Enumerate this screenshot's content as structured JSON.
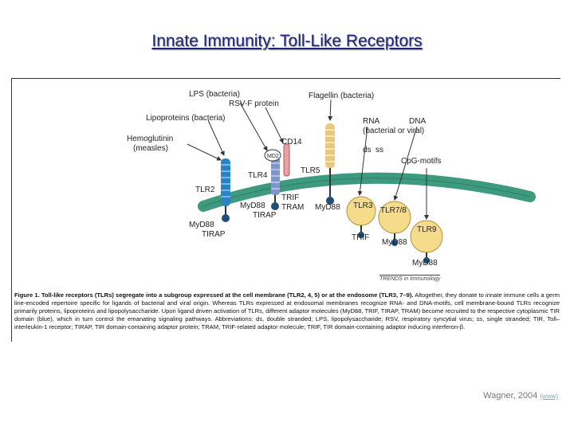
{
  "title": "Innate Immunity: Toll-Like Receptors",
  "labels": {
    "lps": "LPS (bacteria)",
    "rsvf": "RSV-F protein",
    "flagellin": "Flagellin (bacteria)",
    "lipoproteins": "Lipoproteins (bacteria)",
    "hemo1": "Hemoglutinin",
    "hemo2": "(measles)",
    "rna": "RNA",
    "dna": "DNA",
    "bacviral": "(bacterial or viral)",
    "ds": "ds",
    "ss": "ss",
    "cpg": "CpG-motifs",
    "cd14": "CD14",
    "md2": "MD2",
    "tlr4": "TLR4",
    "tlr5": "TLR5",
    "tlr2": "TLR2",
    "tlr3": "TLR3",
    "tlr78": "TLR7/8",
    "tlr9": "TLR9",
    "trif1": "TRIF",
    "tram": "TRAM",
    "myd88_tlr4": "MyD88",
    "tirap_tlr4": "TIRAP",
    "myd88_tlr5": "MyD88",
    "myd88_tlr2": "MyD88",
    "tirap_tlr2": "TIRAP",
    "trif_tlr3": "TRIF",
    "myd88_tlr78": "MyD88",
    "myd88_tlr9": "MyD88",
    "trends": "TRENDS in Immunology"
  },
  "caption": {
    "lead": "Figure 1. Toll-like receptors (TLRs) segregate into a subgroup expressed at the cell membrane (TLR2, 4, 5) or at the endosome (TLR3, 7–9).",
    "body": " Altogether, they donate to innate immune cells a germ line-encoded repertoire specific for ligands of bacterial and viral origin. Whereas TLRs expressed at endosomal membranes recognize RNA- and DNA-motifs, cell membrane-bound TLRs recognize primarily proteins, lipoproteins and lipopolysaccharide. Upon ligand driven activation of TLRs, different adaptor molecules (MyD88, TRIF, TIRAP, TRAM) become recruited to the respective cytoplasmic TIR domain (blue), which in turn control the emanating signaling pathways. Abbreviations: ds, double stranded; LPS, lipopolysaccharide; RSV, respiratory syncytial virus; ss, single stranded; TIR, Toll–interleukin-1 receptor; TIRAP, TIR domain-containing adaptor protein; TRAM, TRIF-related adaptor molecule; TRIF, TIR domain-containing adaptor inducing interferon-β."
  },
  "credit": {
    "text": "Wagner, 2004",
    "link": "(www)"
  },
  "colors": {
    "membrane": "#3d9a7e",
    "tir": "#1f4e79",
    "tlr2": "#2a84c4",
    "tlr4": "#7e96c8",
    "tlr5": "#e8c97a",
    "endosome": "#f4dc8a",
    "title": "#1a237e"
  }
}
